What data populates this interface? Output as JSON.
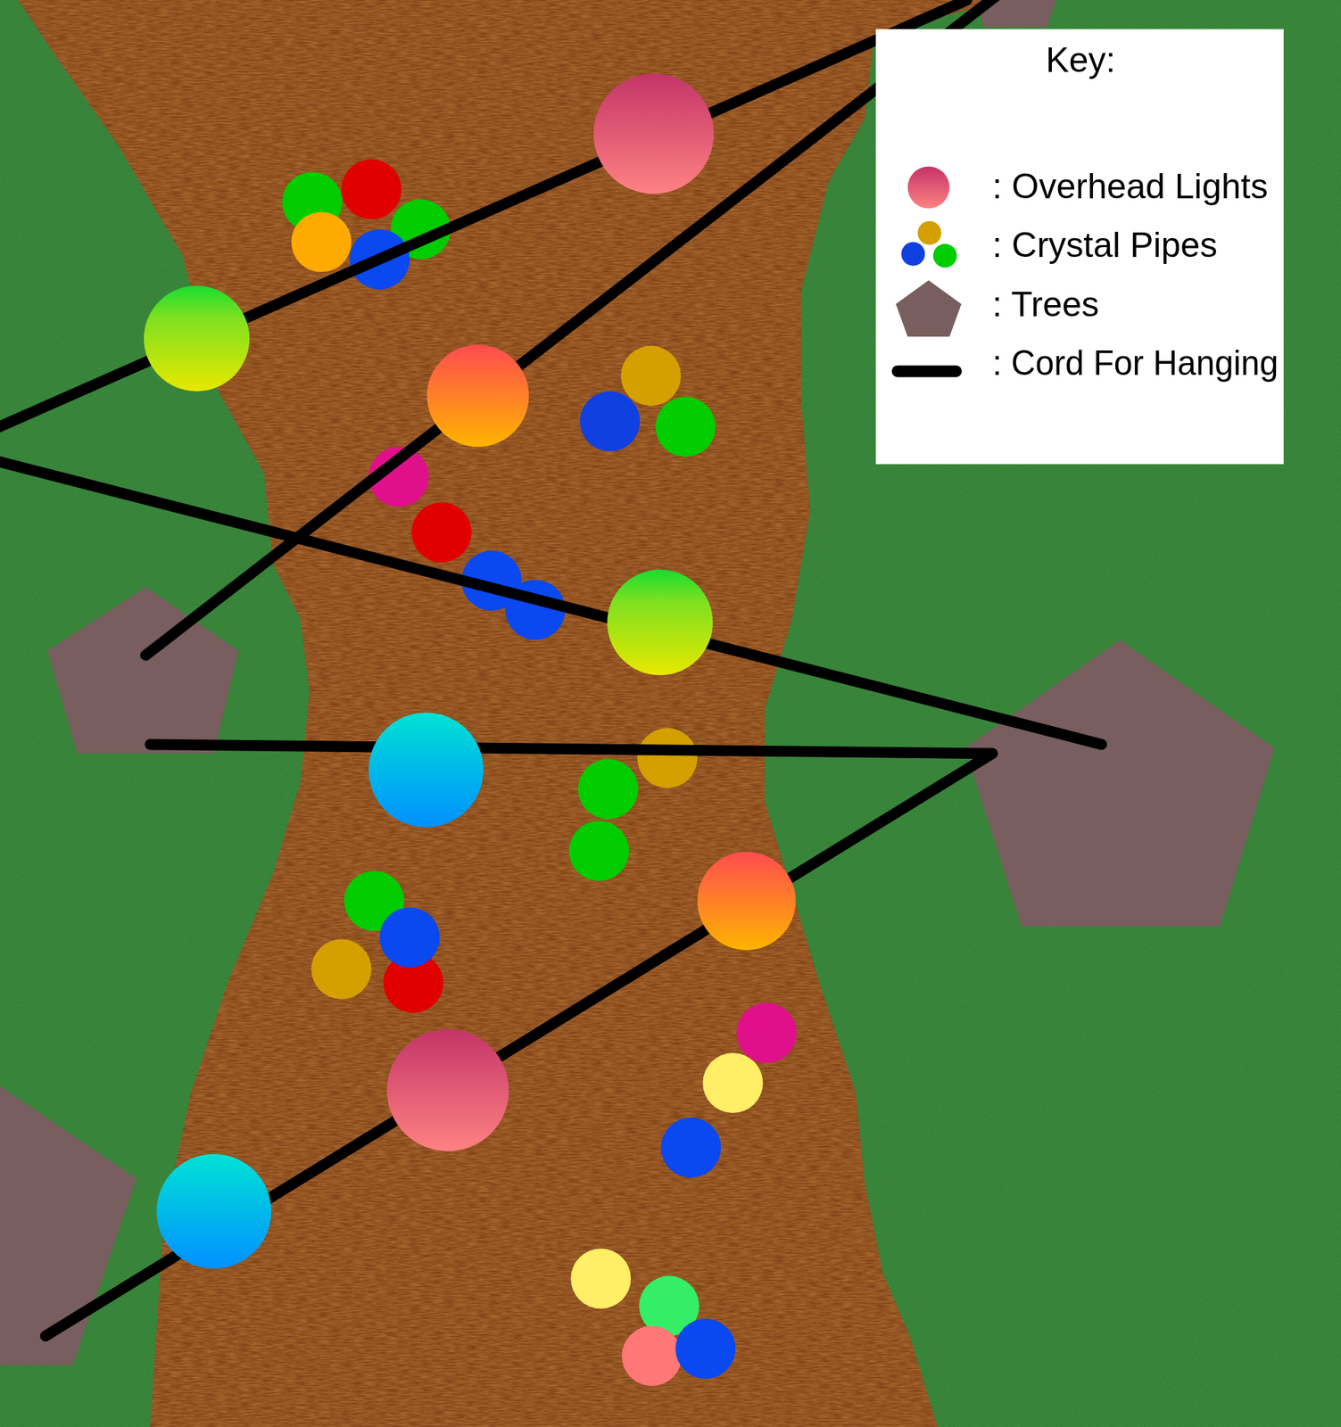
{
  "diagram": {
    "labels": [
      "Key:"
    ],
    "legend": [
      {
        "text": ": Overhead Lights"
      },
      {
        "text": ": Crystal Pipes"
      },
      {
        "text": ": Trees"
      },
      {
        "text": ": Cord For Hanging"
      }
    ]
  }
}
